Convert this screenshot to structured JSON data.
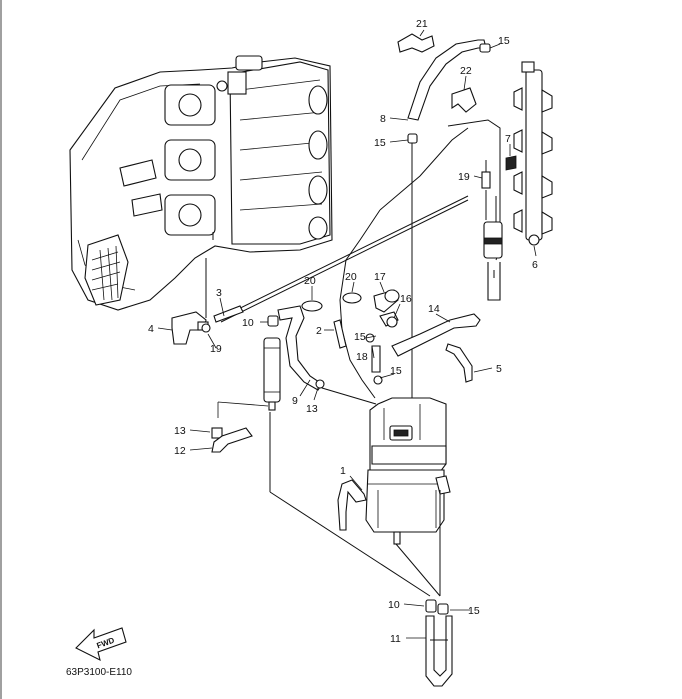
{
  "diagram": {
    "drawing_code": "63P3100-E110",
    "direction_label": "FWD",
    "callouts": {
      "c1": "1",
      "c2": "2",
      "c3": "3",
      "c4": "4",
      "c5": "5",
      "c6": "6",
      "c7": "7",
      "c8": "8",
      "c9": "9",
      "c10a": "10",
      "c10b": "10",
      "c11": "11",
      "c12": "12",
      "c13a": "13",
      "c13b": "13",
      "c14": "14",
      "c15a": "15",
      "c15b": "15",
      "c15c": "15",
      "c15d": "15",
      "c15e": "15",
      "c16": "16",
      "c17": "17",
      "c18": "18",
      "c19a": "19",
      "c19b": "19",
      "c20a": "20",
      "c20b": "20",
      "c21": "21",
      "c22": "22"
    }
  }
}
